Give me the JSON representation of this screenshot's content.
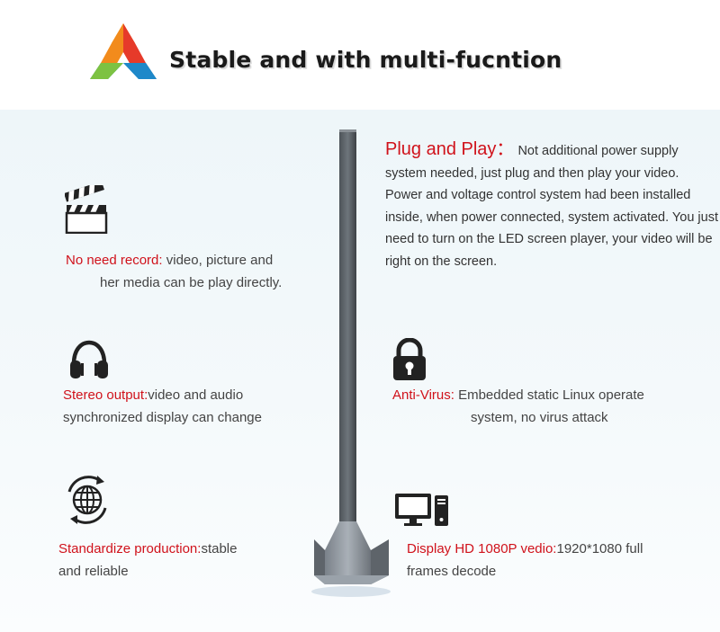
{
  "header": {
    "title": "Stable and with multi-fucntion"
  },
  "features": {
    "record": {
      "label": "No need record:",
      "line1": " video, picture and",
      "line2": "her media can be play directly."
    },
    "stereo": {
      "label": "Stereo output:",
      "line1": "video and audio",
      "line2": "synchronized display can change"
    },
    "production": {
      "label": "Standardize production:",
      "line1": "stable",
      "line2": "and reliable"
    },
    "antivirus": {
      "label": "Anti-Virus:",
      "line1": " Embedded static Linux operate",
      "line2": "system, no virus attack"
    },
    "display": {
      "label": "Display HD 1080P vedio:",
      "line1": "1920*1080 full",
      "line2": "frames decode"
    }
  },
  "plug": {
    "title": "Plug and Play：",
    "p1": " Not additional power supply system needed, just plug and then play your video.",
    "p2": "Power and voltage control system had been installed inside, when power connected, system activated. You just need to turn on the LED screen player, your video will be right on the screen."
  },
  "icons": {
    "logo": "triangle-logo-icon",
    "clapper": "clapperboard-icon",
    "headphones": "headphones-icon",
    "globe": "globe-cycle-icon",
    "lock": "padlock-icon",
    "computer": "computer-icon"
  },
  "colors": {
    "accent": "#d0121b",
    "panel": "#eef6f9",
    "text": "#444444"
  }
}
